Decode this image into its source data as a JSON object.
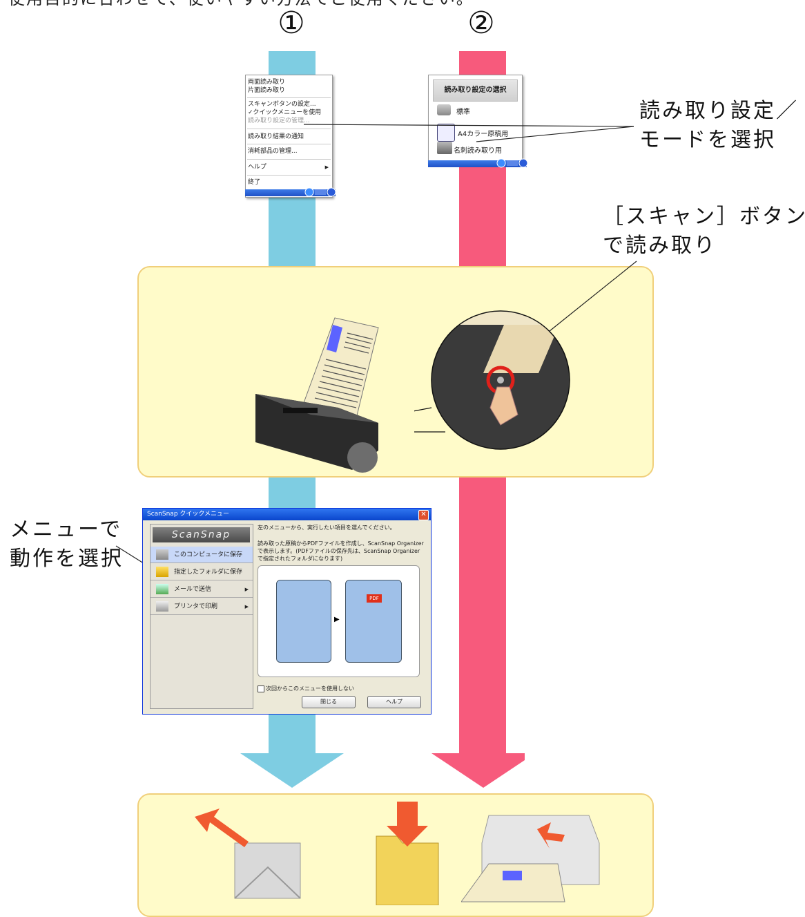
{
  "intro_text": "使用目的に合わせて、使いやすい方法でご使用ください。",
  "routes": [
    {
      "number": "①",
      "color": "#7ecde2"
    },
    {
      "number": "②",
      "color": "#f75a7c"
    }
  ],
  "context_menu": {
    "items": [
      "両面読み取り",
      "片面読み取り",
      "スキャンボタンの設定...",
      "クイックメニューを使用",
      "読み取り設定の管理...",
      "読み取り結果の通知",
      "消耗部品の管理...",
      "ヘルプ",
      "終了"
    ],
    "checked_item": "クイックメニューを使用"
  },
  "settings_popup": {
    "title": "読み取り設定の選択",
    "options": [
      "標準",
      "A4カラー原稿用",
      "名刺読み取り用"
    ]
  },
  "callouts": {
    "select_setting_line1": "読み取り設定／",
    "select_setting_line2": "モードを選択",
    "scan_button_line1": "［スキャン］ボタン",
    "scan_button_line2": "で読み取り",
    "menu_line1": "メニューで",
    "menu_line2": "動作を選択"
  },
  "quick_menu": {
    "window_title": "ScanSnap クイックメニュー",
    "logo": "ScanSnap",
    "items": [
      "このコンピュータに保存",
      "指定したフォルダに保存",
      "メールで送信",
      "プリンタで印刷"
    ],
    "instruction": "左のメニューから、実行したい項目を選んでください。",
    "description": "読み取った原稿からPDFファイルを作成し、ScanSnap Organizerで表示します。(PDFファイルの保存先は、ScanSnap Organizerで指定されたフォルダになります)",
    "pdf_badge": "PDF",
    "checkbox_label": "次回からこのメニューを使用しない",
    "close_button": "閉じる",
    "help_button": "ヘルプ"
  },
  "colors": {
    "panel_fill": "#fffbc9",
    "panel_border": "#f0cf7a",
    "blue_lane": "#7ecde2",
    "red_lane": "#f75a7c",
    "callout_ring": "#e0201a"
  }
}
